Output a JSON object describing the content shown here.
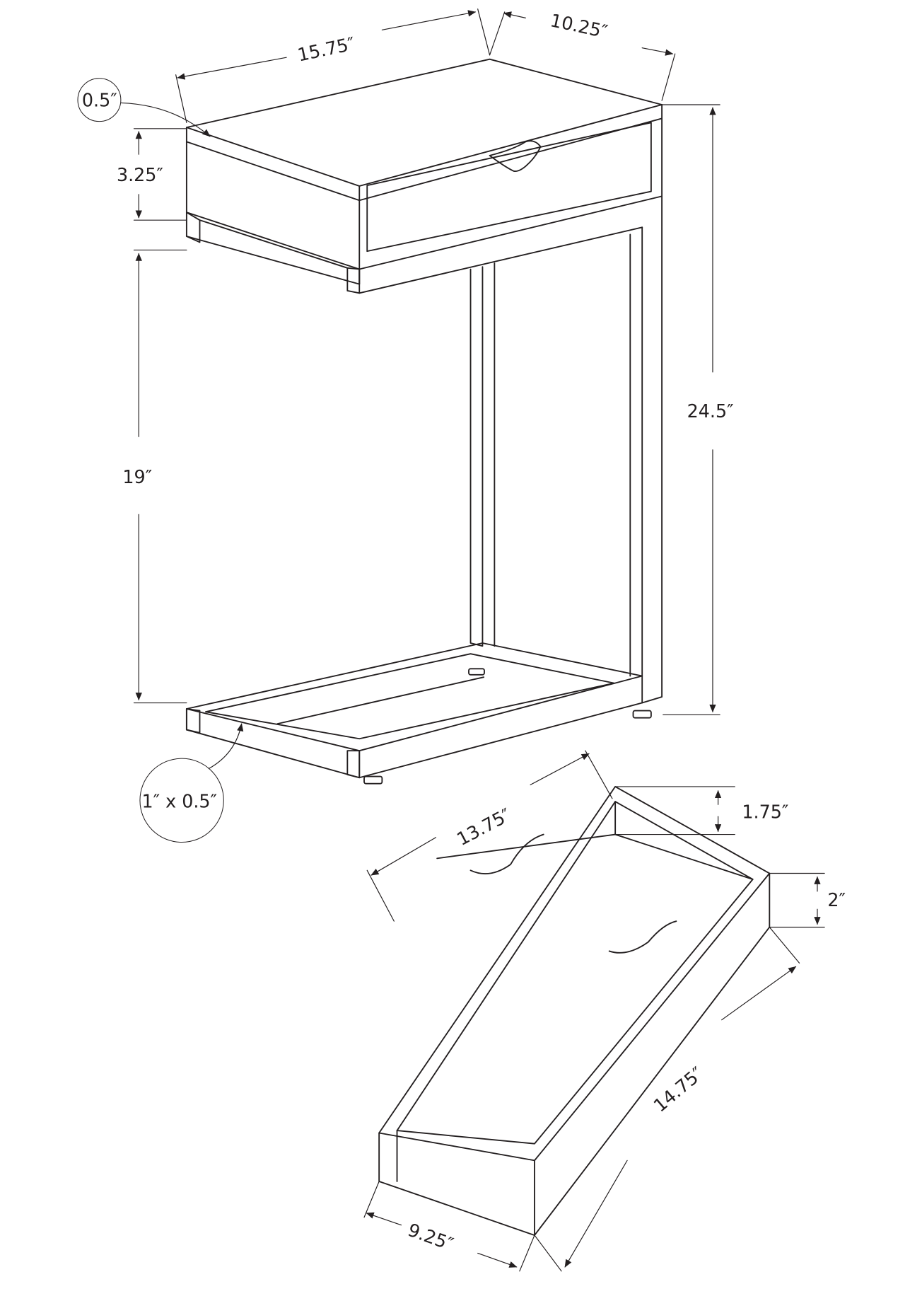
{
  "diagram": {
    "colors": {
      "line": "#231f20",
      "background": "#ffffff"
    },
    "dimensions": {
      "top_width": "15.75″",
      "top_depth": "10.25″",
      "top_thickness": "0.5″",
      "drawer_height": "3.25″",
      "clearance_height": "19″",
      "total_height": "24.5″",
      "base_tube": "1″ x 0.5″",
      "drawer_length": "13.75″",
      "drawer_side_height": "1.75″",
      "drawer_front_height": "2″",
      "drawer_depth": "14.75″",
      "drawer_width": "9.25″"
    }
  }
}
